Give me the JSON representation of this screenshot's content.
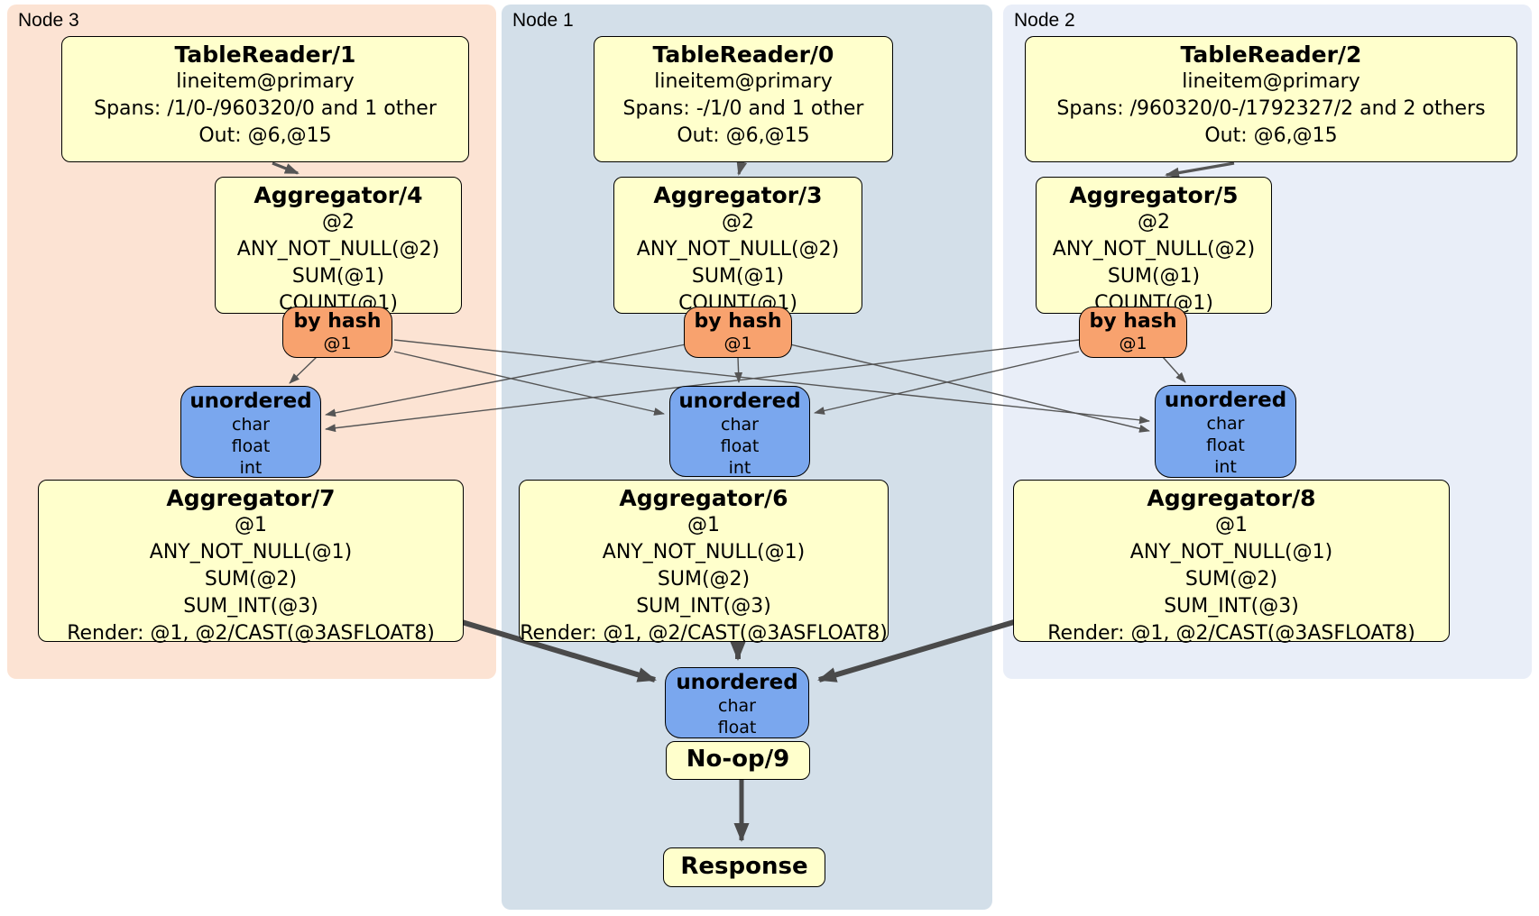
{
  "groups": {
    "node3": {
      "label": "Node 3"
    },
    "node1": {
      "label": "Node 1"
    },
    "node2": {
      "label": "Node 2"
    }
  },
  "processors": {
    "tablereader1": {
      "title": "TableReader/1",
      "lines": [
        "lineitem@primary",
        "Spans: /1/0-/960320/0 and 1 other",
        "Out: @6,@15"
      ]
    },
    "tablereader0": {
      "title": "TableReader/0",
      "lines": [
        "lineitem@primary",
        "Spans: -/1/0 and 1 other",
        "Out: @6,@15"
      ]
    },
    "tablereader2": {
      "title": "TableReader/2",
      "lines": [
        "lineitem@primary",
        "Spans: /960320/0-/1792327/2 and 2 others",
        "Out: @6,@15"
      ]
    },
    "aggregator4": {
      "title": "Aggregator/4",
      "lines": [
        "@2",
        "ANY_NOT_NULL(@2)",
        "SUM(@1)",
        "COUNT(@1)"
      ]
    },
    "aggregator3": {
      "title": "Aggregator/3",
      "lines": [
        "@2",
        "ANY_NOT_NULL(@2)",
        "SUM(@1)",
        "COUNT(@1)"
      ]
    },
    "aggregator5": {
      "title": "Aggregator/5",
      "lines": [
        "@2",
        "ANY_NOT_NULL(@2)",
        "SUM(@1)",
        "COUNT(@1)"
      ]
    },
    "aggregator7": {
      "title": "Aggregator/7",
      "lines": [
        "@1",
        "ANY_NOT_NULL(@1)",
        "SUM(@2)",
        "SUM_INT(@3)",
        "Render: @1, @2/CAST(@3ASFLOAT8)"
      ]
    },
    "aggregator6": {
      "title": "Aggregator/6",
      "lines": [
        "@1",
        "ANY_NOT_NULL(@1)",
        "SUM(@2)",
        "SUM_INT(@3)",
        "Render: @1, @2/CAST(@3ASFLOAT8)"
      ]
    },
    "aggregator8": {
      "title": "Aggregator/8",
      "lines": [
        "@1",
        "ANY_NOT_NULL(@1)",
        "SUM(@2)",
        "SUM_INT(@3)",
        "Render: @1, @2/CAST(@3ASFLOAT8)"
      ]
    },
    "noop": {
      "title": "No-op/9"
    },
    "response": {
      "title": "Response"
    }
  },
  "routers": {
    "byhash_node3": {
      "title": "by hash",
      "hash_col": "@1"
    },
    "byhash_node1": {
      "title": "by hash",
      "hash_col": "@1"
    },
    "byhash_node2": {
      "title": "by hash",
      "hash_col": "@1"
    }
  },
  "syncs": {
    "unordered_node3": {
      "title": "unordered",
      "streams": [
        "char",
        "float",
        "int"
      ]
    },
    "unordered_node1": {
      "title": "unordered",
      "streams": [
        "char",
        "float",
        "int"
      ]
    },
    "unordered_node2": {
      "title": "unordered",
      "streams": [
        "char",
        "float",
        "int"
      ]
    },
    "unordered_final": {
      "title": "unordered",
      "streams": [
        "char",
        "float"
      ]
    }
  },
  "colors": {
    "proc_fill": "#ffffcc",
    "router_fill": "#f8a26e",
    "sync_fill": "#7aa7ee",
    "node3_bg": "#fce3d3",
    "node1_bg": "#d3dfe9",
    "node2_bg": "#e9eef8",
    "edge": "#555555",
    "edge_thick": "#4a4a4a"
  }
}
